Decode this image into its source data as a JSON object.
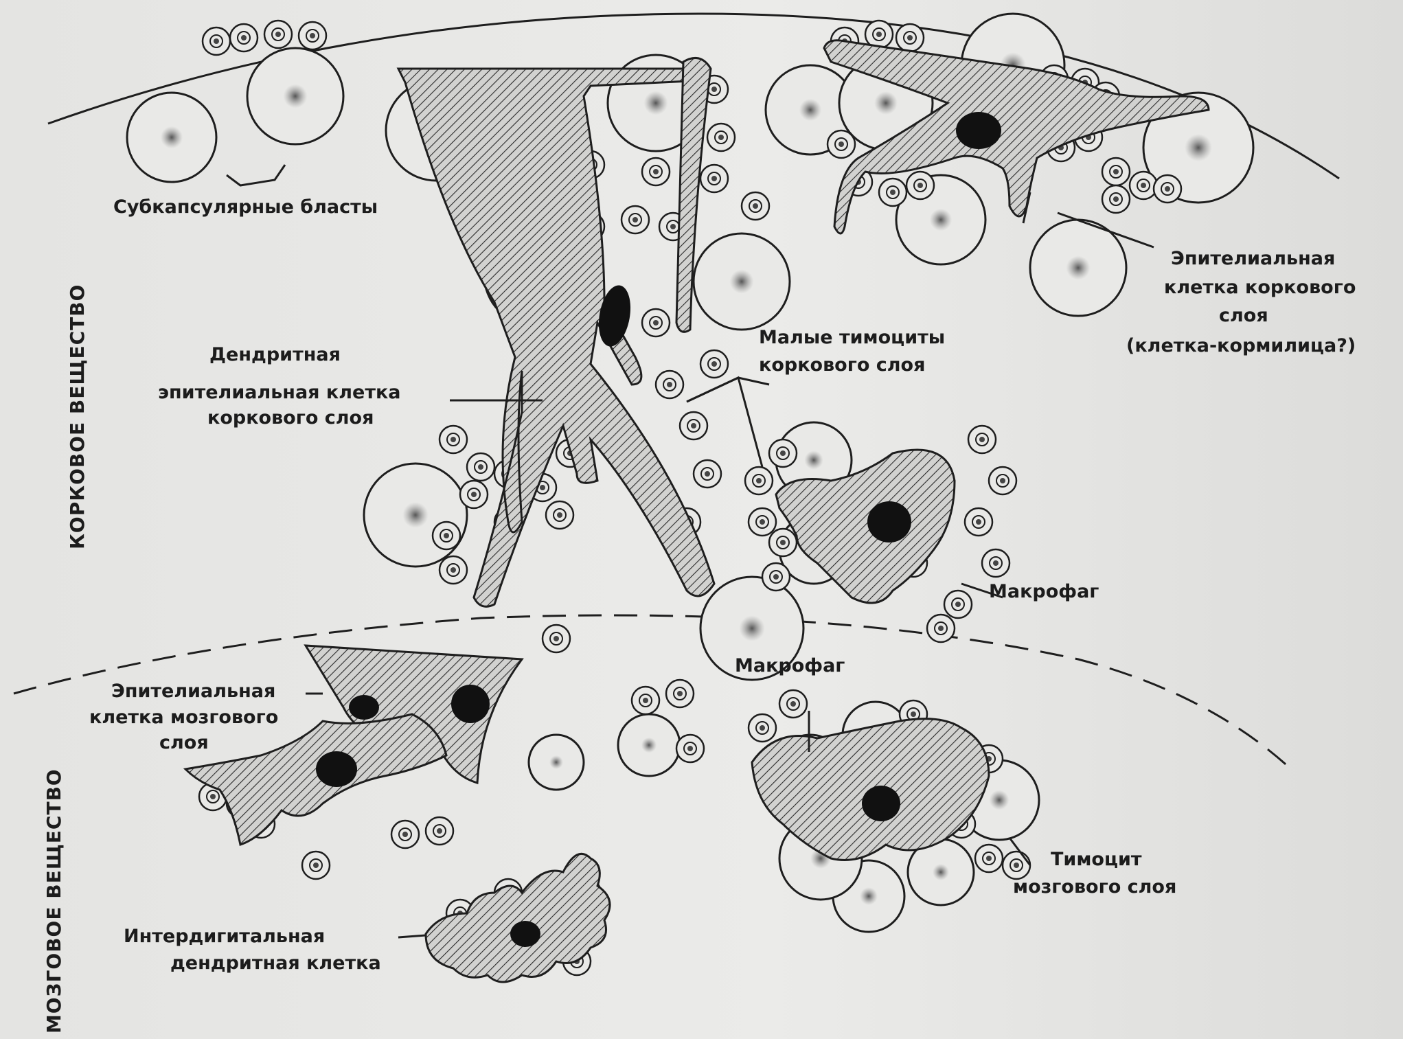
{
  "diagram": {
    "side_labels": {
      "cortex": "КОРКОВОЕ ВЕЩЕСТВО",
      "medulla": "МОЗГОВОЕ ВЕЩЕСТВО"
    },
    "labels": {
      "subcapsular_blasts": "Субкапсулярные бласты",
      "cortical_epithelial": [
        "Эпителиальная",
        "клетка коркового",
        "слоя",
        "(клетка-кормилица?)"
      ],
      "dendritic_epithelial": [
        "Дендритная",
        "эпителиальная клетка",
        "коркового слоя"
      ],
      "small_thymocytes": [
        "Малые тимоциты",
        "коркового слоя"
      ],
      "macrophage_cortex": "Макрофаг",
      "macrophage_medulla": "Макрофаг",
      "medullary_epithelial": [
        "Эпителиальная",
        "клетка мозгового",
        "слоя"
      ],
      "medullary_thymocyte": [
        "Тимоцит",
        "мозгового слоя"
      ],
      "interdigitating": [
        "Интердигитальная",
        "дендритная клетка"
      ]
    }
  }
}
